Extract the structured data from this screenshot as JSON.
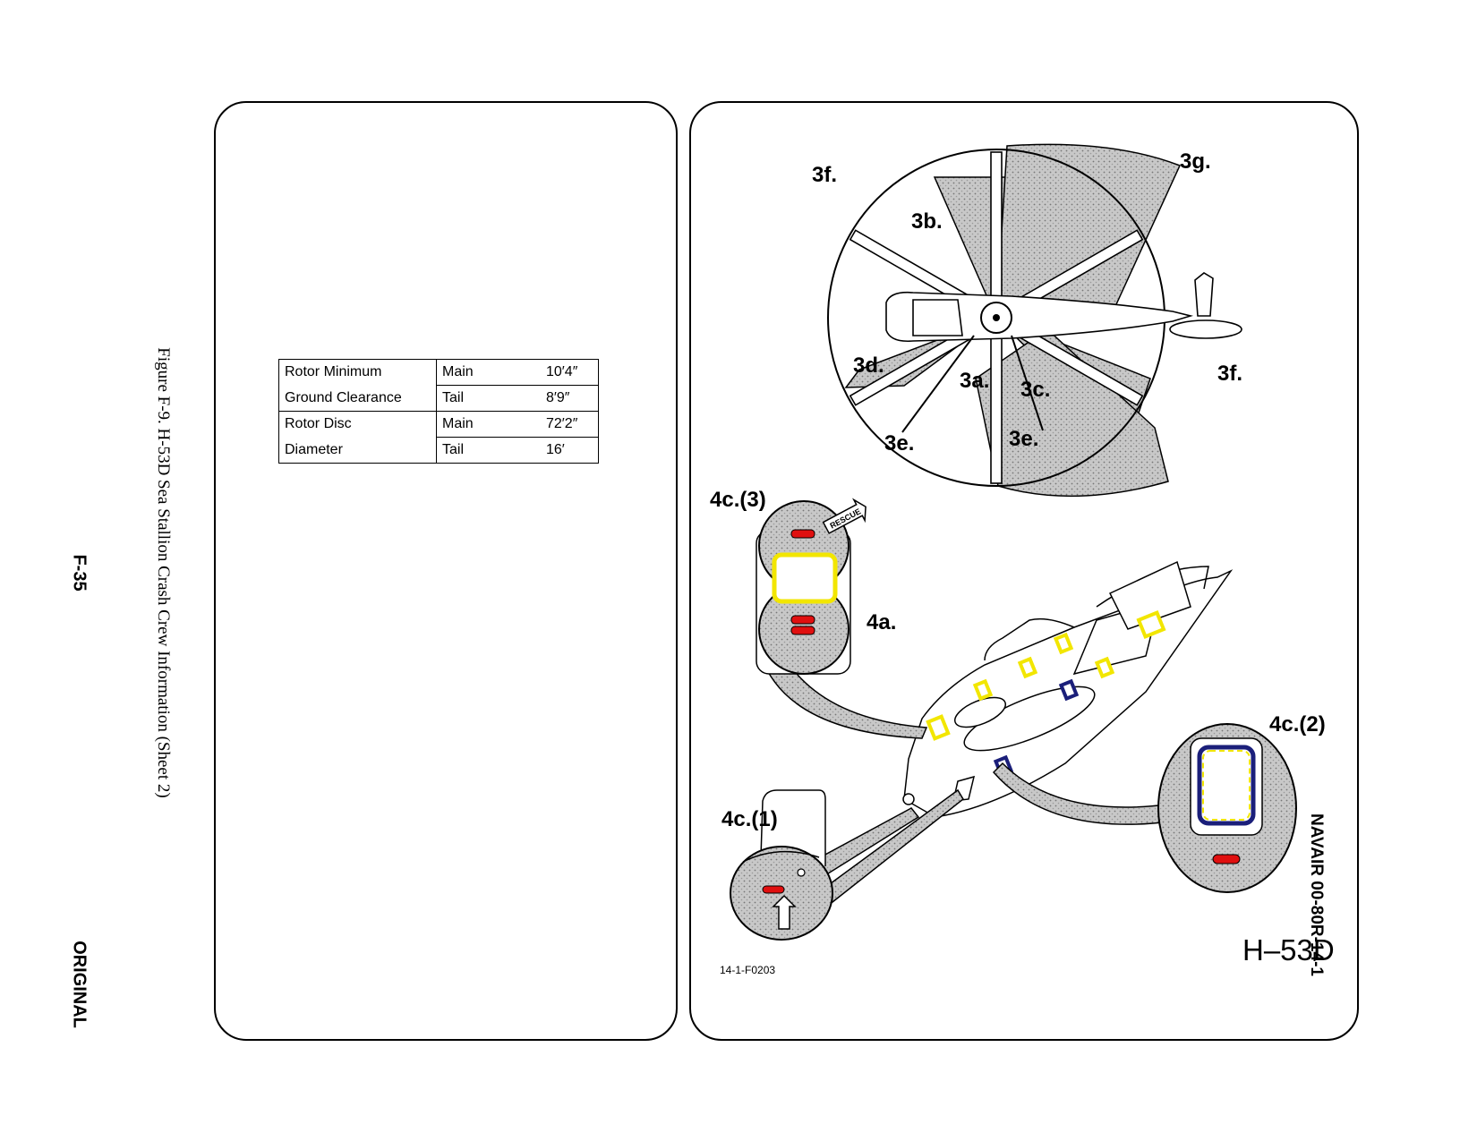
{
  "header": {
    "doc_number": "NAVAIR 00-80R-14-1"
  },
  "footer": {
    "page_number": "F-35",
    "status": "ORIGINAL"
  },
  "figure": {
    "caption": "Figure F-9.  H-53D Sea Stallion Crash Crew Information (Sheet 2)"
  },
  "specs_table": {
    "rows": [
      {
        "label": "Rotor Minimum",
        "rotor": "Main",
        "value": "10′4″"
      },
      {
        "label": "Ground Clearance",
        "rotor": "Tail",
        "value": "8′9″"
      },
      {
        "label": "Rotor Disc",
        "rotor": "Main",
        "value": "72′2″"
      },
      {
        "label": "Diameter",
        "rotor": "Tail",
        "value": "16′"
      }
    ]
  },
  "diagram": {
    "labels": {
      "l3f_left": "3f.",
      "l3g": "3g.",
      "l3b": "3b.",
      "l3d": "3d.",
      "l3a": "3a.",
      "l3c": "3c.",
      "l3f_right": "3f.",
      "l3e_left": "3e.",
      "l3e_right": "3e.",
      "l4c3": "4c.(3)",
      "l4a": "4a.",
      "l4c2": "4c.(2)",
      "l4c1": "4c.(1)"
    },
    "drawing_number": "14-1-F0203",
    "model": "H–53D",
    "rescue_marking": "RESCUE"
  },
  "colors": {
    "shade": "#c8c8c8",
    "exit_yellow": "#f2e600",
    "exit_blue": "#1b1f7a",
    "handle_red": "#e01010"
  }
}
